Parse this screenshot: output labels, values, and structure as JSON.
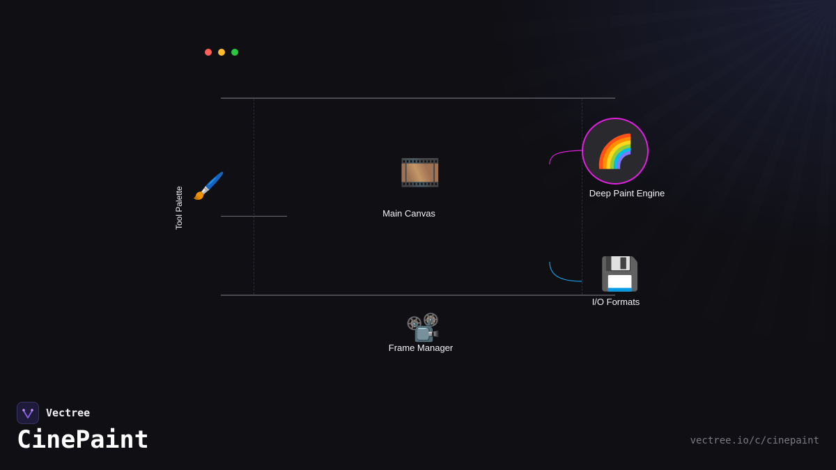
{
  "window": {
    "controls": [
      {
        "name": "close",
        "color": "#ff5f57"
      },
      {
        "name": "minimize",
        "color": "#febc2e"
      },
      {
        "name": "maximize",
        "color": "#28c840"
      }
    ]
  },
  "diagram": {
    "nodes": {
      "tool_palette": {
        "label": "Tool Palette",
        "icon": "paintbrush-icon",
        "glyph": "🖌️"
      },
      "main_canvas": {
        "label": "Main Canvas",
        "icon": "film-frames-icon",
        "glyph": "🎞️"
      },
      "deep_paint_engine": {
        "label": "Deep Paint Engine",
        "icon": "rainbow-icon",
        "glyph": "🌈",
        "accent": "#e020e0"
      },
      "io_formats": {
        "label": "I/O Formats",
        "icon": "floppy-disk-icon",
        "glyph": "💾",
        "accent": "#1aa0e0"
      },
      "frame_manager": {
        "label": "Frame Manager",
        "icon": "film-projector-icon",
        "glyph": "📽️"
      }
    }
  },
  "brand": {
    "name": "Vectree",
    "product": "CinePaint",
    "url": "vectree.io/c/cinepaint",
    "logo_color": "#7b4fd6"
  }
}
